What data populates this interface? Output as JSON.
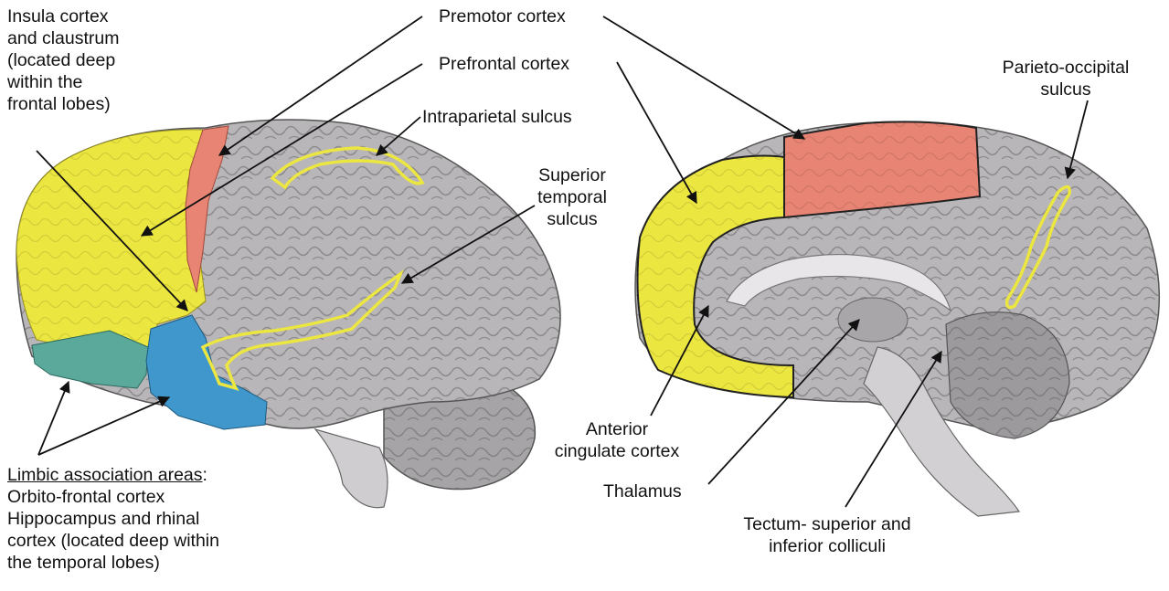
{
  "labels": {
    "insula": [
      "Insula cortex",
      "and claustrum",
      "(located deep",
      "within the",
      "frontal lobes)"
    ],
    "premotor": "Premotor cortex",
    "prefrontal": "Prefrontal cortex",
    "intraparietal": "Intraparietal sulcus",
    "superior_temporal": [
      "Superior",
      "temporal",
      "sulcus"
    ],
    "parieto_occipital": [
      "Parieto-occipital",
      "sulcus"
    ],
    "limbic_heading": "Limbic association areas",
    "limbic_colon": ":",
    "limbic_items": [
      "Orbito-frontal cortex",
      "Hippocampus and rhinal",
      "cortex (located deep within",
      "the temporal lobes)"
    ],
    "anterior_cingulate": [
      "Anterior",
      "cingulate cortex"
    ],
    "thalamus": "Thalamus",
    "tectum": [
      "Tectum- superior and",
      "inferior colliculi"
    ]
  },
  "region_colors": {
    "prefrontal": "#ece640",
    "premotor": "#e88474",
    "limbic_orbitofrontal": "#5aa99a",
    "limbic_temporal": "#3f97cc",
    "sulcus_outline": "#ece640",
    "brain_tissue": "#b8b6b8"
  }
}
